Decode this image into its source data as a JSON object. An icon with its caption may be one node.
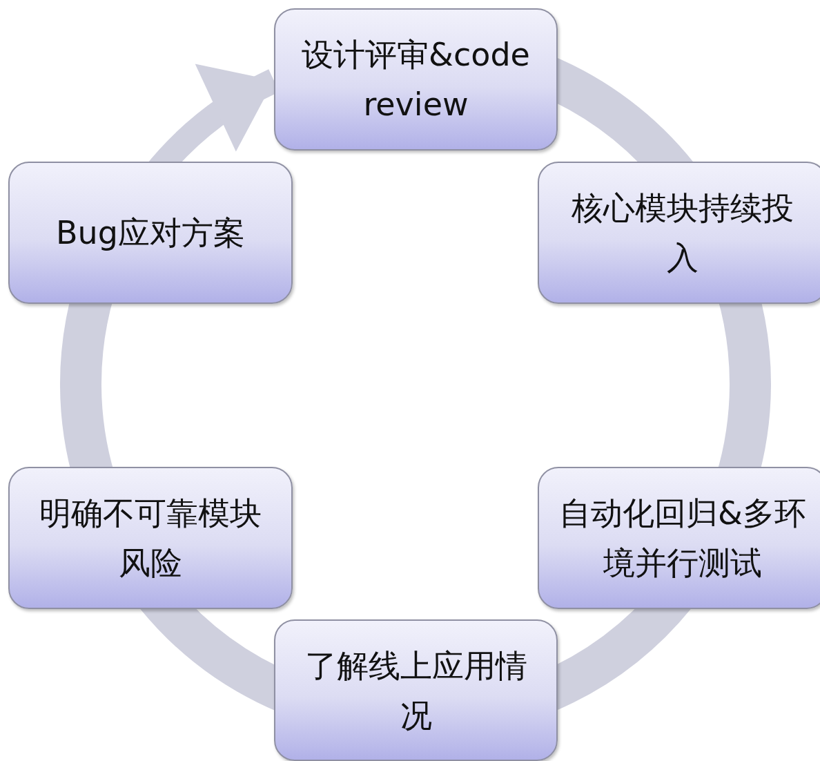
{
  "diagram": {
    "nodes": [
      {
        "text": [
          "设计评审&code review"
        ]
      },
      {
        "text": [
          "核心模块持续投入"
        ]
      },
      {
        "text": [
          "自动化回归&多环境并行测试"
        ]
      },
      {
        "text": [
          "了解线上应用情况"
        ]
      },
      {
        "text": [
          "明确不可靠模块风险"
        ]
      },
      {
        "text": [
          "Bug应对方案"
        ]
      }
    ],
    "edges": [
      {
        "from": 0,
        "to": 1,
        "arrow": "none"
      },
      {
        "from": 1,
        "to": 2,
        "arrow": "none"
      },
      {
        "from": 2,
        "to": 3,
        "arrow": "none"
      },
      {
        "from": 3,
        "to": 4,
        "arrow": "none"
      },
      {
        "from": 4,
        "to": 5,
        "arrow": "none"
      },
      {
        "from": 5,
        "to": 0,
        "arrow": "to"
      }
    ]
  }
}
